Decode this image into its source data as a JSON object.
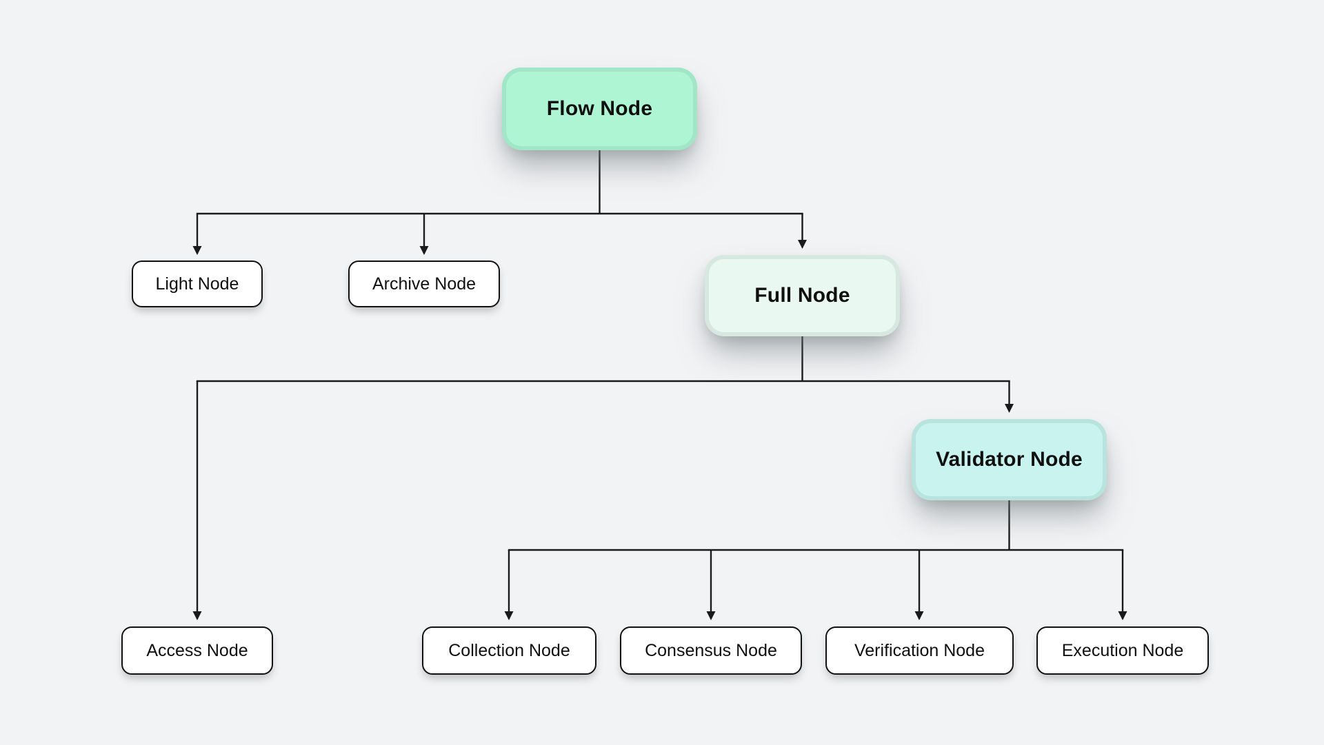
{
  "diagram": {
    "type": "tree",
    "background_color": "#f2f3f5",
    "line_color": "#1a1a1a",
    "colors": {
      "root_fill": "#aef5d4",
      "full_node_fill": "#e9f8f0",
      "validator_fill": "#c9f3ef",
      "plain_fill": "#ffffff",
      "plain_border": "#111111",
      "text": "#101010"
    },
    "nodes": [
      {
        "id": "flow",
        "label": "Flow Node",
        "level": 0,
        "style": "mint",
        "parent": null
      },
      {
        "id": "light",
        "label": "Light Node",
        "level": 1,
        "style": "plain",
        "parent": "flow"
      },
      {
        "id": "archive",
        "label": "Archive Node",
        "level": 1,
        "style": "plain",
        "parent": "flow"
      },
      {
        "id": "full",
        "label": "Full Node",
        "level": 1,
        "style": "pale",
        "parent": "flow"
      },
      {
        "id": "access",
        "label": "Access Node",
        "level": 2,
        "style": "plain",
        "parent": "full"
      },
      {
        "id": "validator",
        "label": "Validator Node",
        "level": 2,
        "style": "cyan",
        "parent": "full"
      },
      {
        "id": "collection",
        "label": "Collection Node",
        "level": 3,
        "style": "plain",
        "parent": "validator"
      },
      {
        "id": "consensus",
        "label": "Consensus Node",
        "level": 3,
        "style": "plain",
        "parent": "validator"
      },
      {
        "id": "verification",
        "label": "Verification Node",
        "level": 3,
        "style": "plain",
        "parent": "validator"
      },
      {
        "id": "execution",
        "label": "Execution Node",
        "level": 3,
        "style": "plain",
        "parent": "validator"
      }
    ],
    "edges": [
      {
        "from": "flow",
        "to": "light"
      },
      {
        "from": "flow",
        "to": "archive"
      },
      {
        "from": "flow",
        "to": "full"
      },
      {
        "from": "full",
        "to": "access"
      },
      {
        "from": "full",
        "to": "validator"
      },
      {
        "from": "validator",
        "to": "collection"
      },
      {
        "from": "validator",
        "to": "consensus"
      },
      {
        "from": "validator",
        "to": "verification"
      },
      {
        "from": "validator",
        "to": "execution"
      }
    ]
  }
}
